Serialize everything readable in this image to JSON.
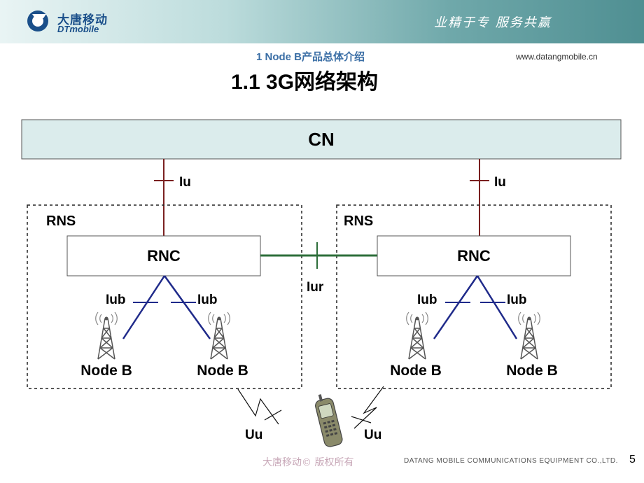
{
  "header": {
    "logo_cn": "大唐移动",
    "logo_en": "DTmobile",
    "slogan": "业精于专 服务共赢"
  },
  "section_title": "1 Node B产品总体介绍",
  "website": "www.datangmobile.cn",
  "slide_title": "1.1 3G网络架构",
  "diagram": {
    "cn_label": "CN",
    "left_rns": {
      "rns_label": "RNS",
      "iu_label": "Iu",
      "rnc_label": "RNC",
      "iub_left": "Iub",
      "iub_right": "Iub",
      "nodeb_left": "Node B",
      "nodeb_right": "Node B"
    },
    "right_rns": {
      "rns_label": "RNS",
      "iu_label": "Iu",
      "rnc_label": "RNC",
      "iub_left": "Iub",
      "iub_right": "Iub",
      "nodeb_left": "Node B",
      "nodeb_right": "Node B"
    },
    "iur_label": "Iur",
    "uu_left": "Uu",
    "uu_right": "Uu"
  },
  "footer": {
    "copyright": "大唐移动© 版权所有",
    "company": "DATANG MOBILE COMMUNICATIONS EQUIPMENT CO.,LTD.",
    "page_number": "5"
  },
  "colors": {
    "cn_box": "#dbecec",
    "iu_line": "#7a2020",
    "iur_line": "#2d6e3a",
    "iub_line": "#1f2a8a",
    "title_blue": "#3a6ea5"
  }
}
